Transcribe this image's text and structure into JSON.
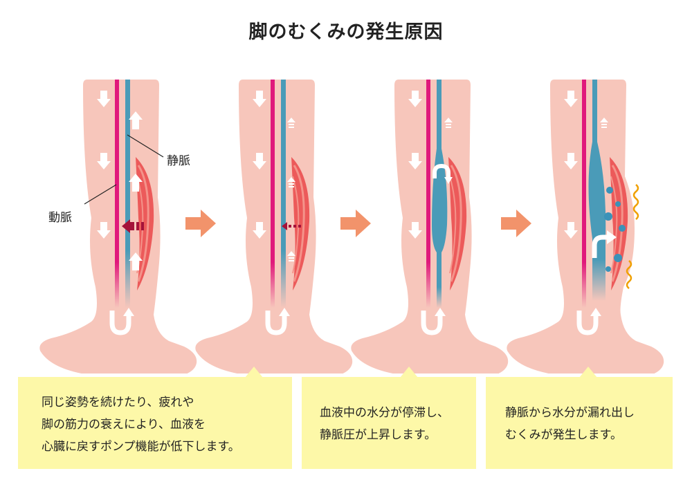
{
  "title": "脚のむくみの発生原因",
  "labels": {
    "vein": "静脈",
    "artery": "動脈"
  },
  "captions": [
    {
      "lines": [
        "同じ姿勢を続けたり、疲れや",
        "脚の筋力の衰えにより、血液を",
        "心臓に戻すポンプ機能が低下します。"
      ]
    },
    {
      "lines": [
        "血液中の水分が停滞し、",
        "静脈圧が上昇します。"
      ]
    },
    {
      "lines": [
        "静脈から水分が漏れ出し",
        "むくみが発生します。"
      ]
    }
  ],
  "colors": {
    "skin": "#f7c6bb",
    "skin_edge": "#f0b0a2",
    "artery": "#e0197b",
    "vein": "#4a9bb8",
    "muscle": "#ec5a5a",
    "muscle_light": "#f4938a",
    "step_arrow": "#f2936b",
    "pump_arrow": "#a5123a",
    "caption_bg": "#fdf8a8",
    "wave": "#f0a000",
    "droplet": "#3a92b8"
  },
  "icons": [
    "down-arrow-icon",
    "up-arrow-icon",
    "u-turn-arrow-icon",
    "pump-arrow-icon",
    "step-arrow-icon",
    "wave-icon",
    "droplet-icon"
  ]
}
